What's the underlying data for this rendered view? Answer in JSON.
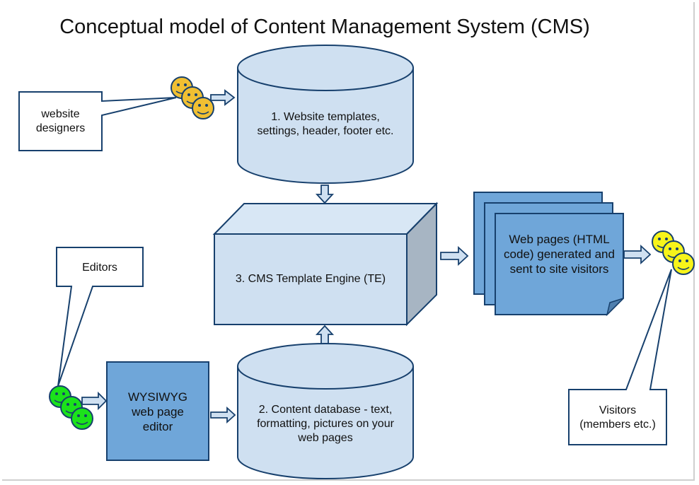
{
  "title": "Conceptual model of Content Management System (CMS)",
  "colors": {
    "stroke": "#17406d",
    "light_fill": "#cfe0f1",
    "dark_fill": "#6fa6d9",
    "side_fill": "#a7b5c3",
    "designers": "#f0bf32",
    "editors": "#1be21b",
    "visitors": "#f7f41a"
  },
  "nodes": {
    "templates_db": {
      "label": "1. Website templates, settings, header, footer etc.",
      "lines": [
        "1. Website templates,",
        "settings, header, footer etc."
      ]
    },
    "template_engine": {
      "label": "3. CMS Template Engine (TE)"
    },
    "content_db": {
      "label": "2. Content database - text, formatting, pictures on your web pages",
      "lines": [
        "2. Content database - text,",
        "formatting, pictures on your",
        "web pages"
      ]
    },
    "wysiwyg_editor": {
      "label": "WYSIWYG web page editor",
      "lines": [
        "WYSIWYG",
        "web page",
        "editor"
      ]
    },
    "web_pages": {
      "label": "Web pages (HTML code) generated and sent to site visitors",
      "lines": [
        "Web pages (HTML",
        "code) generated and",
        "sent to site visitors"
      ]
    }
  },
  "callouts": {
    "designers": {
      "lines": [
        "website",
        "designers"
      ]
    },
    "editors": {
      "lines": [
        "Editors"
      ]
    },
    "visitors": {
      "lines": [
        "Visitors",
        "(members etc.)"
      ]
    }
  },
  "actors": [
    {
      "name": "website-designers",
      "icon": "smiley-group-icon",
      "color": "designers"
    },
    {
      "name": "editors",
      "icon": "smiley-group-icon",
      "color": "editors"
    },
    {
      "name": "visitors",
      "icon": "smiley-group-icon",
      "color": "visitors"
    }
  ],
  "edges": [
    {
      "from": "designers",
      "to": "templates_db"
    },
    {
      "from": "templates_db",
      "to": "template_engine"
    },
    {
      "from": "content_db",
      "to": "template_engine"
    },
    {
      "from": "template_engine",
      "to": "web_pages"
    },
    {
      "from": "web_pages",
      "to": "visitors"
    },
    {
      "from": "editors",
      "to": "wysiwyg_editor"
    },
    {
      "from": "wysiwyg_editor",
      "to": "content_db"
    }
  ]
}
